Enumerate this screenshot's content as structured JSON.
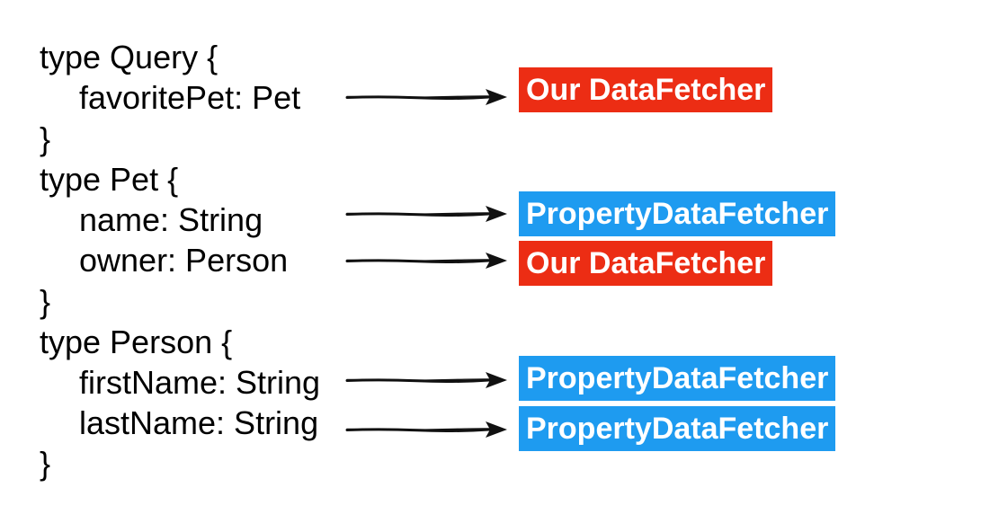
{
  "code": {
    "lines": [
      "type Query {",
      "favoritePet: Pet",
      "}",
      "type Pet {",
      "name: String",
      "owner: Person",
      "}",
      "type Person {",
      "firstName: String",
      "lastName: String",
      "}"
    ]
  },
  "fetchers": [
    {
      "label": "Our DataFetcher",
      "color": "#ec2d14"
    },
    {
      "label": "PropertyDataFetcher",
      "color": "#1e9bf0"
    },
    {
      "label": "Our DataFetcher",
      "color": "#ec2d14"
    },
    {
      "label": "PropertyDataFetcher",
      "color": "#1e9bf0"
    },
    {
      "label": "PropertyDataFetcher",
      "color": "#1e9bf0"
    }
  ]
}
